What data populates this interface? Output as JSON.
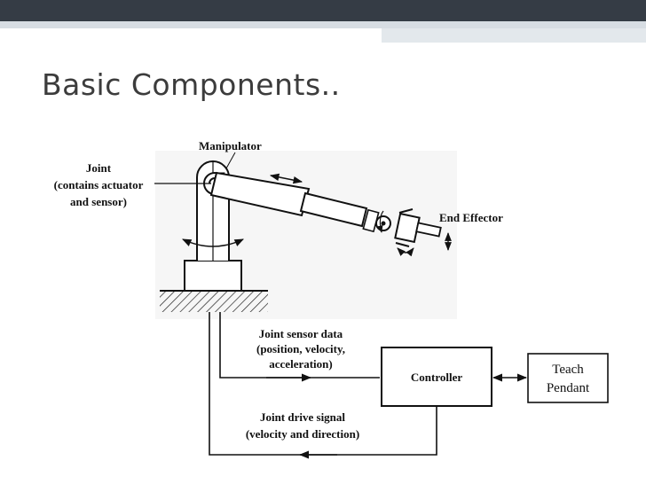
{
  "slide": {
    "title": "Basic Components.."
  },
  "diagram": {
    "labels": {
      "manipulator": "Manipulator",
      "joint_line1": "Joint",
      "joint_line2": "(contains actuator",
      "joint_line3": "and sensor)",
      "end_effector": "End Effector",
      "sensor_line1": "Joint sensor data",
      "sensor_line2": "(position, velocity,",
      "sensor_line3": "acceleration)",
      "controller": "Controller",
      "teach_line1": "Teach",
      "teach_line2": "Pendant",
      "drive_line1": "Joint drive signal",
      "drive_line2": "(velocity and direction)"
    }
  }
}
